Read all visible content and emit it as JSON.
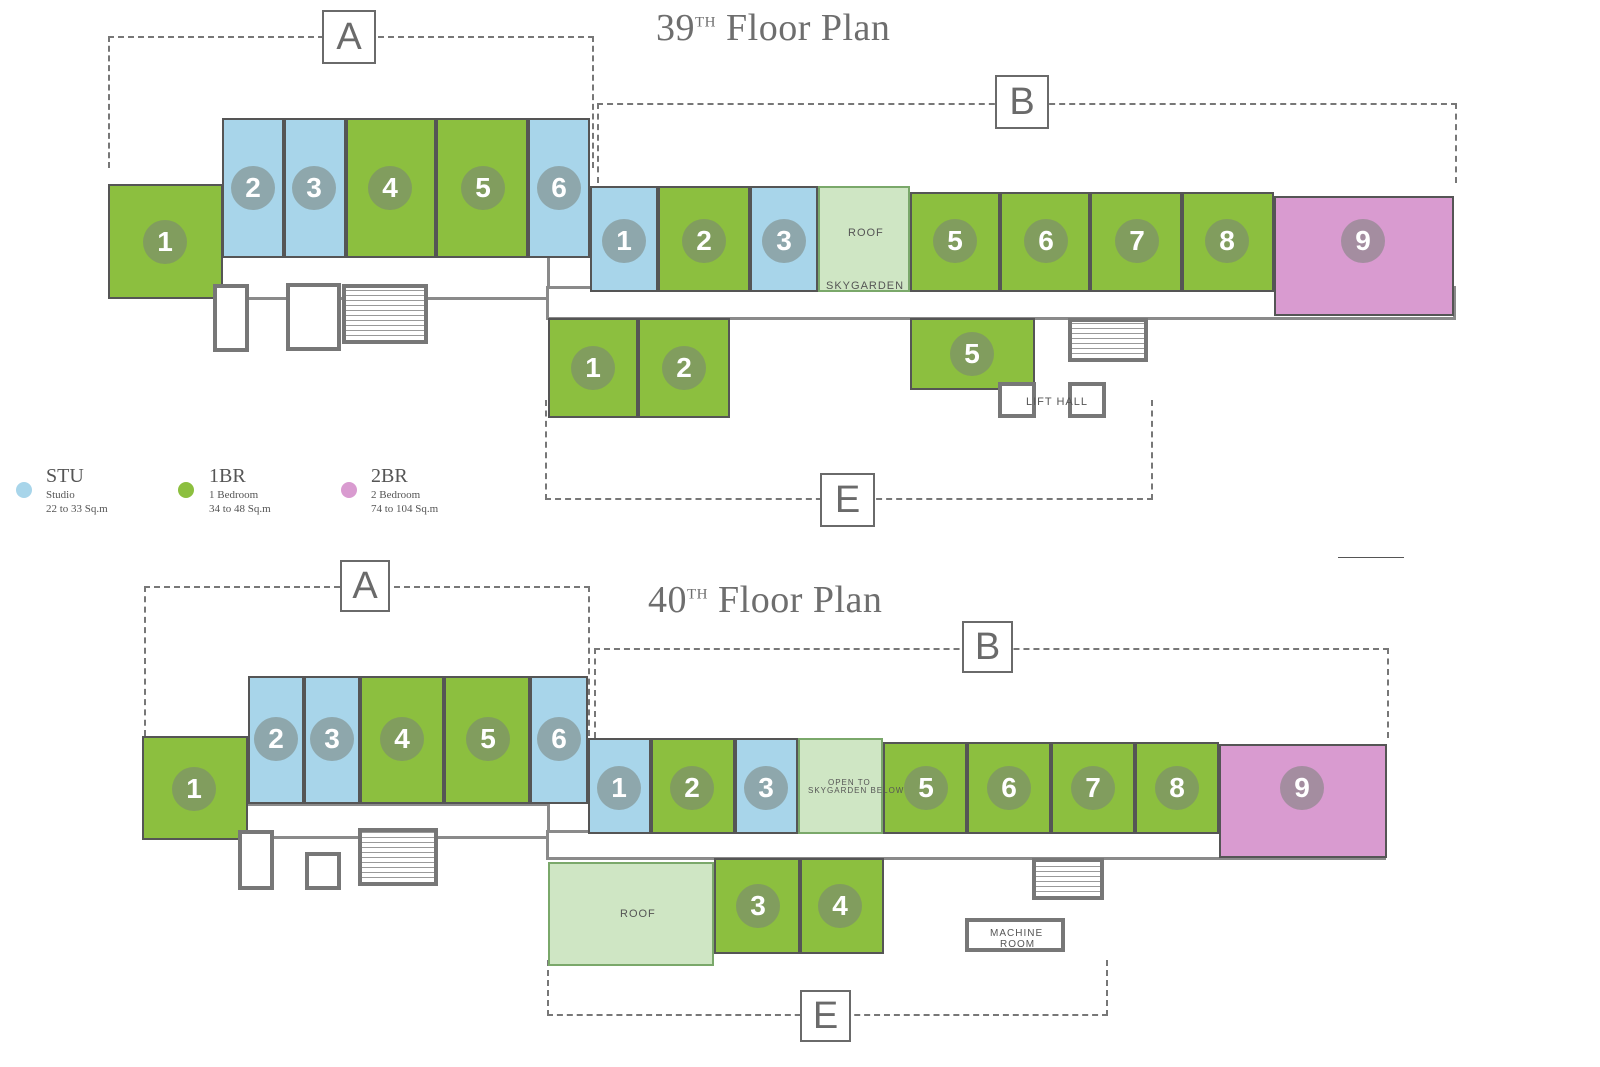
{
  "floor39": {
    "title_main": "39",
    "title_sup": "TH",
    "title_rest": " Floor Plan",
    "zones": {
      "a": "A",
      "b": "B",
      "e": "E"
    },
    "labels": {
      "roof": "ROOF",
      "skygarden": "SKYGARDEN",
      "lift_hall": "LIFT HALL"
    },
    "units": {
      "a": [
        "1",
        "2",
        "3",
        "4",
        "5",
        "6"
      ],
      "b": [
        "1",
        "2",
        "3",
        "5",
        "6",
        "7",
        "8",
        "9"
      ],
      "e": [
        "1",
        "2",
        "5"
      ]
    }
  },
  "floor40": {
    "title_main": "40",
    "title_sup": "TH",
    "title_rest": " Floor Plan",
    "zones": {
      "a": "A",
      "b": "B",
      "e": "E"
    },
    "labels": {
      "open_to": "OPEN TO",
      "skygarden_below": "SKYGARDEN BELOW",
      "roof": "ROOF",
      "machine": "MACHINE",
      "room": "ROOM"
    },
    "units": {
      "a": [
        "1",
        "2",
        "3",
        "4",
        "5",
        "6"
      ],
      "b": [
        "1",
        "2",
        "3",
        "5",
        "6",
        "7",
        "8",
        "9"
      ],
      "e": [
        "3",
        "4"
      ]
    }
  },
  "legend": [
    {
      "code": "STU",
      "name": "Studio",
      "size": "22 to 33 Sq.m",
      "color": "#a8d5ea"
    },
    {
      "code": "1BR",
      "name": "1 Bedroom",
      "size": "34 to 48 Sq.m",
      "color": "#8cbf3f"
    },
    {
      "code": "2BR",
      "name": "2 Bedroom",
      "size": "74 to 104 Sq.m",
      "color": "#d99bd0"
    }
  ],
  "colors": {
    "studio": "#a8d5ea",
    "one_bedroom": "#8cbf3f",
    "two_bedroom": "#d99bd0",
    "roof": "#cfe6c4"
  }
}
